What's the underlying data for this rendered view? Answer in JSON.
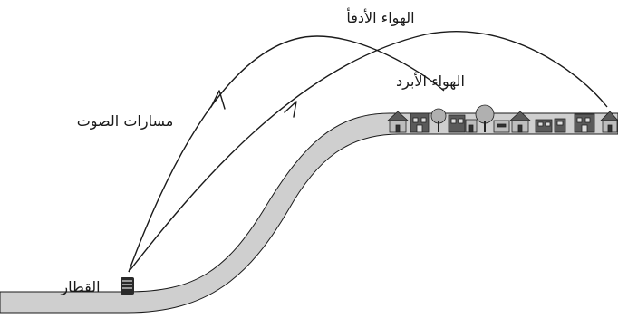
{
  "labels": {
    "warm_air": "الهواء الأدفأ",
    "cool_air": "الهواء الأبرد",
    "sound_paths": "مسارات الصوت",
    "train": "القطار"
  },
  "colors": {
    "ground_fill": "#cfcfcf",
    "ground_stroke": "#1a1a1a",
    "ink": "#1a1a1a",
    "house_wall": "#bdbdbd",
    "house_roof": "#5a5a5a",
    "tree": "#b0b0b0"
  },
  "icons": {
    "train": "train-icon",
    "house": "house-icon",
    "tree": "tree-icon"
  }
}
